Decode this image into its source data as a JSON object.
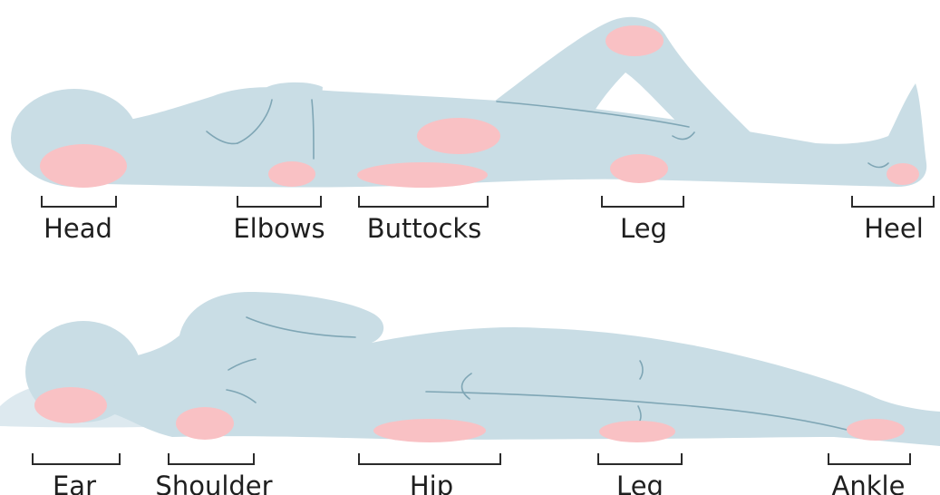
{
  "figure": {
    "accent_colors": {
      "body": "#c9dde5",
      "pressure_point": "#f9c1c4",
      "pillow": "#dde9ef",
      "text": "#1f1f1f"
    },
    "supine": {
      "labels": [
        "Head",
        "Elbows",
        "Buttocks",
        "Leg",
        "Heel"
      ]
    },
    "lateral": {
      "labels": [
        "Ear",
        "Shoulder",
        "Hip",
        "Leg",
        "Ankle"
      ]
    }
  }
}
